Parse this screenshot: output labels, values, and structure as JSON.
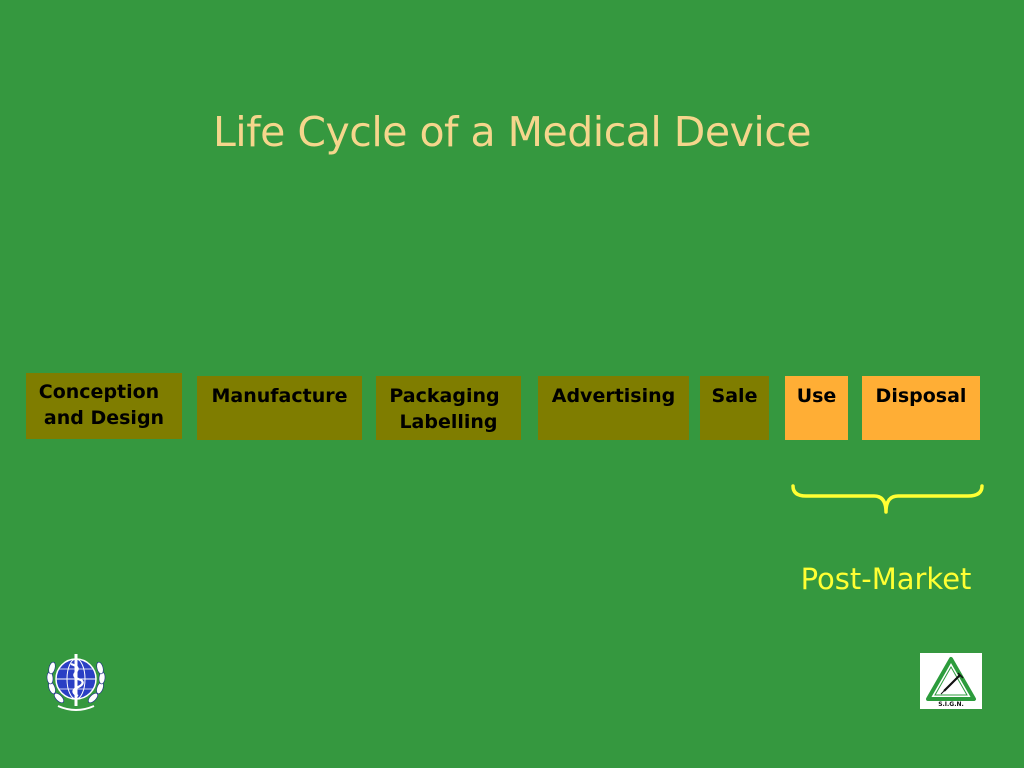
{
  "slide": {
    "title": "Life Cycle of a Medical Device"
  },
  "stages": [
    {
      "line1": "Conception",
      "line2": "and Design",
      "phase": "pre-market"
    },
    {
      "line1": "Manufacture",
      "line2": "",
      "phase": "pre-market"
    },
    {
      "line1": "Packaging",
      "line2": "Labelling",
      "phase": "pre-market"
    },
    {
      "line1": "Advertising",
      "line2": "",
      "phase": "pre-market"
    },
    {
      "line1": "Sale",
      "line2": "",
      "phase": "pre-market"
    },
    {
      "line1": "Use",
      "line2": "",
      "phase": "post-market"
    },
    {
      "line1": "Disposal",
      "line2": "",
      "phase": "post-market"
    }
  ],
  "post_market": {
    "label": "Post-Market"
  },
  "logos": {
    "who": "who-emblem",
    "sign": "sign-triangle-logo",
    "sign_text": "S.I.G.N."
  },
  "colors": {
    "background": "#35983f",
    "title": "#f5d68c",
    "pre_market_box": "#7f7d00",
    "post_market_box": "#ffae35",
    "post_market_label": "#ffff33",
    "brace": "#ffff33"
  }
}
